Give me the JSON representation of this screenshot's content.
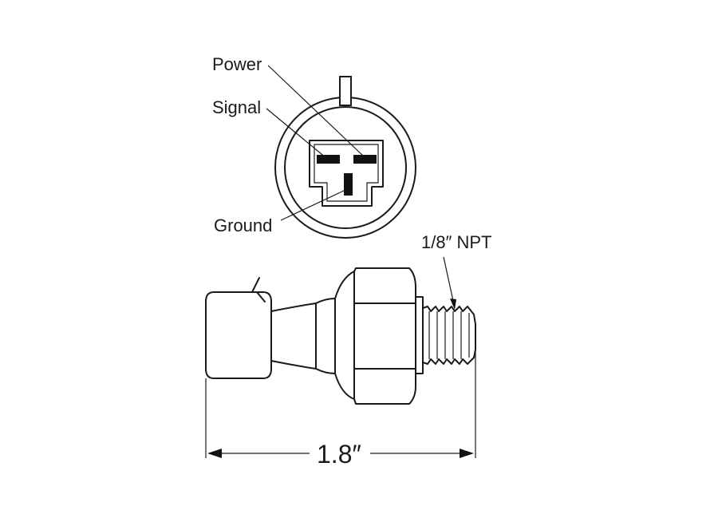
{
  "labels": {
    "power": "Power",
    "signal": "Signal",
    "ground": "Ground",
    "thread": "1/8″ NPT",
    "length": "1.8″"
  },
  "colors": {
    "line": "#1a1a1a",
    "background": "#ffffff"
  }
}
